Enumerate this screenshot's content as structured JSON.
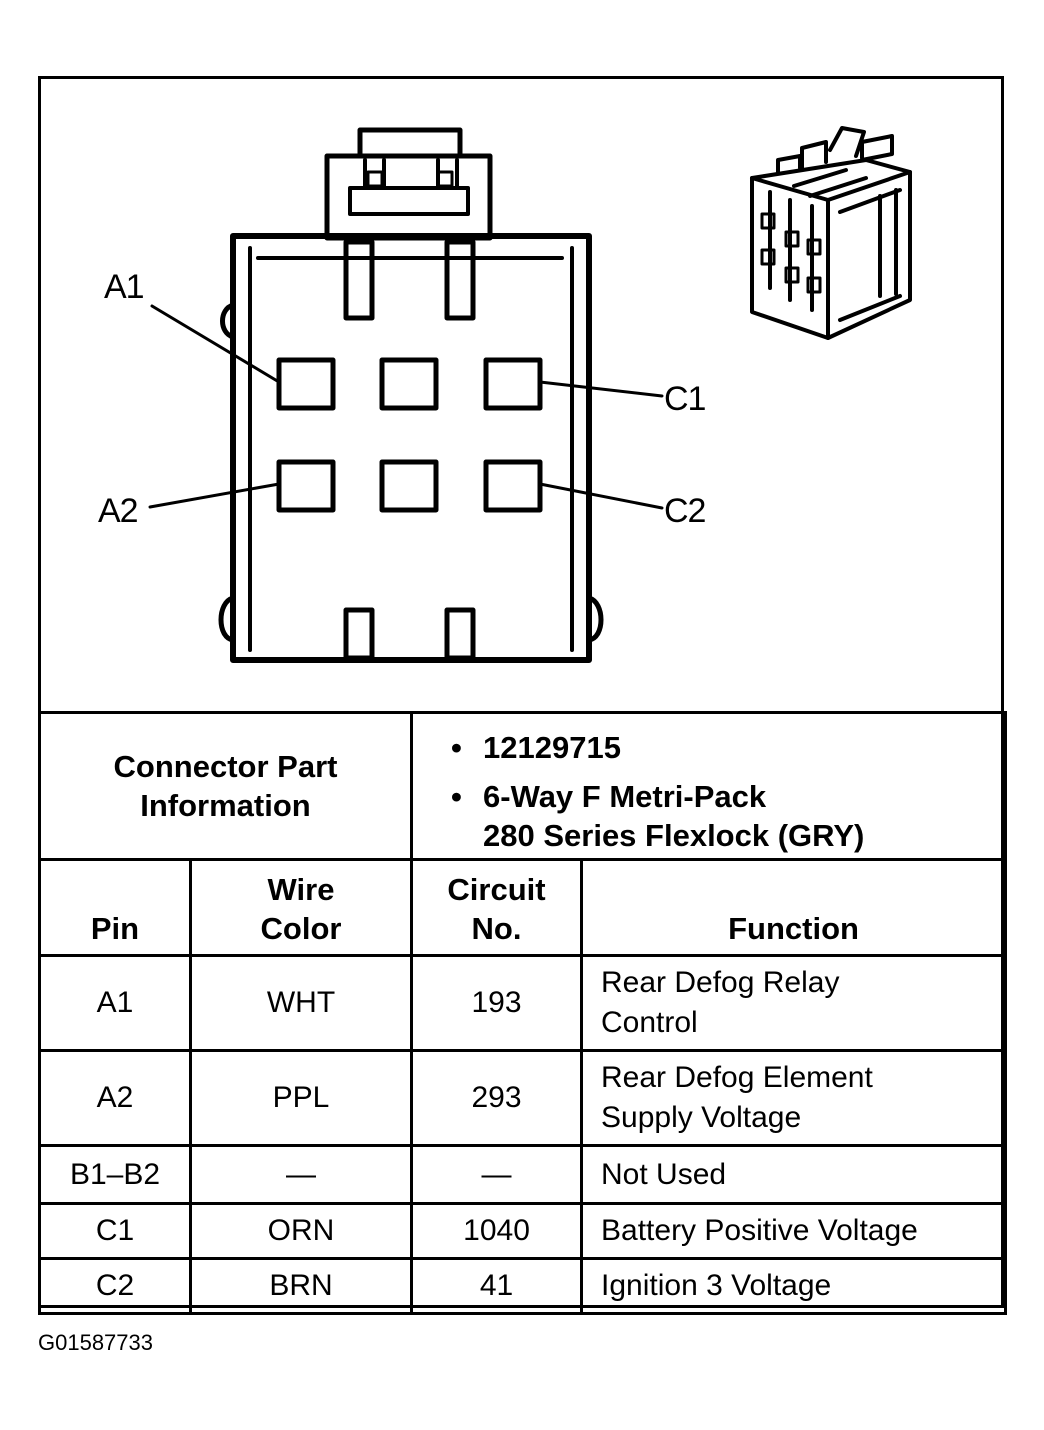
{
  "callouts": {
    "a1": "A1",
    "a2": "A2",
    "c1": "C1",
    "c2": "C2"
  },
  "info": {
    "label_line1": "Connector Part",
    "label_line2": "Information",
    "bullets": [
      "12129715",
      "6-Way F Metri-Pack",
      "280 Series Flexlock (GRY)"
    ]
  },
  "table": {
    "headers": {
      "pin": "Pin",
      "wire_color_1": "Wire",
      "wire_color_2": "Color",
      "circuit_1": "Circuit",
      "circuit_2": "No.",
      "function": "Function"
    },
    "rows": [
      {
        "pin": "A1",
        "color": "WHT",
        "circuit": "193",
        "function_1": "Rear Defog Relay",
        "function_2": "Control"
      },
      {
        "pin": "A2",
        "color": "PPL",
        "circuit": "293",
        "function_1": "Rear Defog Element",
        "function_2": "Supply Voltage"
      },
      {
        "pin": "B1–B2",
        "color": "—",
        "circuit": "—",
        "function_1": "Not Used",
        "function_2": ""
      },
      {
        "pin": "C1",
        "color": "ORN",
        "circuit": "1040",
        "function_1": "Battery Positive Voltage",
        "function_2": ""
      },
      {
        "pin": "C2",
        "color": "BRN",
        "circuit": "41",
        "function_1": "Ignition 3 Voltage",
        "function_2": ""
      }
    ]
  },
  "figure_id": "G01587733",
  "icons": {
    "connector_face": "connector-face-diagram",
    "connector_3d": "connector-isometric-icon"
  }
}
